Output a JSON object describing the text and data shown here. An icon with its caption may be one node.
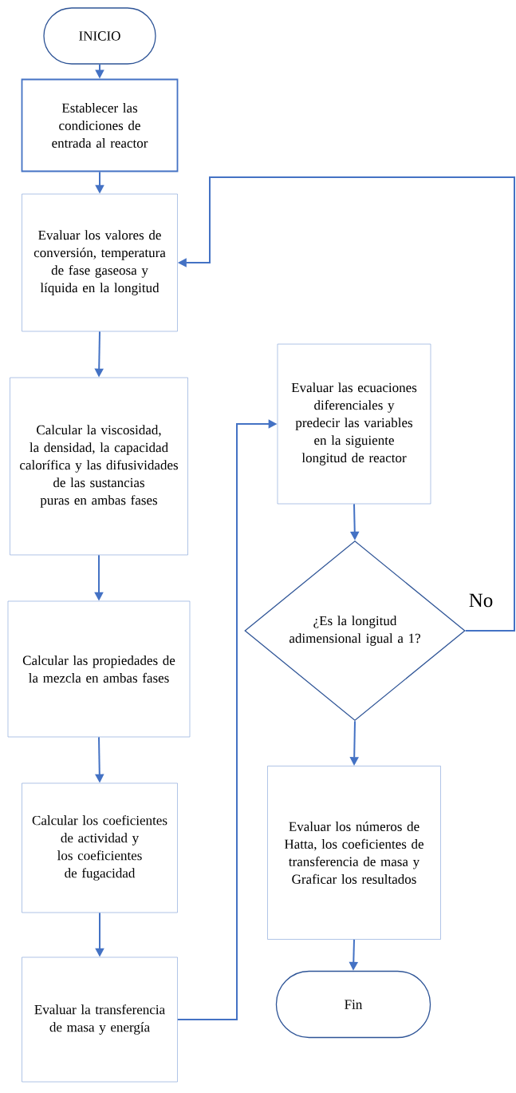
{
  "diagram": {
    "nodes": [
      {
        "text": [
          "INICIO"
        ]
      },
      {
        "text": [
          "Establecer las condiciones de entrada al reactor"
        ]
      },
      {
        "text": [
          "Evaluar los valores de conversión, temperatura de fase gaseosa y líquida en la longitud"
        ]
      },
      {
        "text": [
          "Calcular la viscosidad, la densidad, la capacidad calorífica y las difusividades de las sustancias puras en ambas fases"
        ]
      },
      {
        "text": [
          "Calcular las propiedades de la mezcla en ambas fases"
        ]
      },
      {
        "text": [
          "Calcular los coeficientes de actividad y los coeficientes de fugacidad"
        ]
      },
      {
        "text": [
          "Evaluar la transferencia de masa y energía"
        ]
      },
      {
        "text": [
          "Evaluar las ecuaciones diferenciales y predecir las variables en la siguiente longitud de reactor"
        ]
      },
      {
        "text": [
          "¿Es la longitud adimensional igual a 1?"
        ]
      },
      {
        "text": [
          "Evaluar los números de Hatta, los coeficientes de transferencia de masa y Graficar los resultados"
        ]
      },
      {
        "text": [
          "Fin"
        ]
      }
    ],
    "edges": [
      {
        "from": 0,
        "to": 1,
        "arrow": "to"
      },
      {
        "from": 1,
        "to": 2,
        "arrow": "to"
      },
      {
        "from": 2,
        "to": 3,
        "arrow": "to"
      },
      {
        "from": 3,
        "to": 4,
        "arrow": "to"
      },
      {
        "from": 4,
        "to": 5,
        "arrow": "to"
      },
      {
        "from": 5,
        "to": 6,
        "arrow": "to"
      },
      {
        "from": 6,
        "to": 7,
        "arrow": "to"
      },
      {
        "from": 7,
        "to": 8,
        "arrow": "to"
      },
      {
        "from": 8,
        "to": 2,
        "arrow": "to",
        "label": "No"
      },
      {
        "from": 8,
        "to": 9,
        "arrow": "to"
      },
      {
        "from": 9,
        "to": 10,
        "arrow": "to"
      }
    ]
  }
}
